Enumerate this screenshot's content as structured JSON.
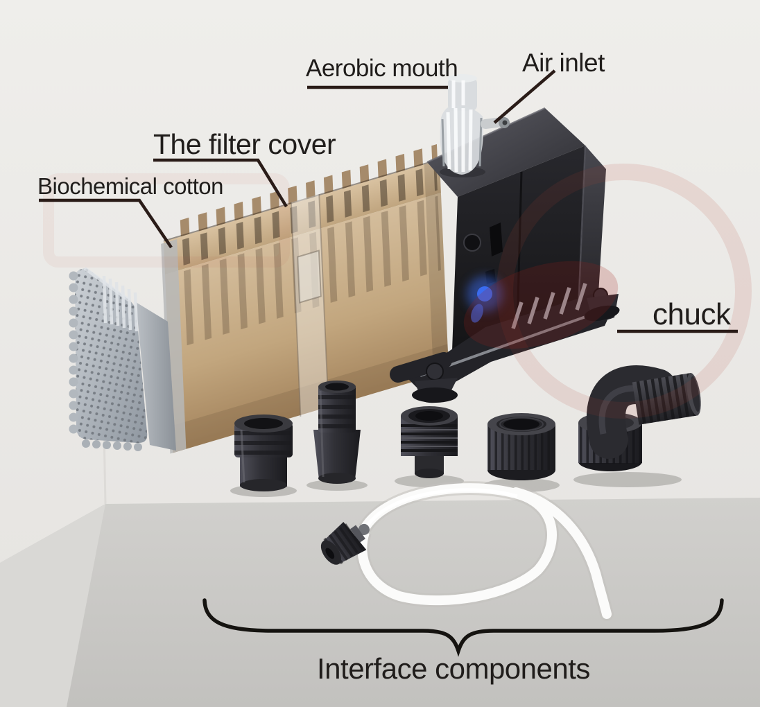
{
  "annotations": {
    "aerobic_mouth": "Aerobic mouth",
    "air_inlet": "Air inlet",
    "filter_cover": "The filter cover",
    "biochemical_cotton": "Biochemical cotton",
    "chuck": "chuck",
    "interface_components": "Interface components"
  },
  "colors": {
    "background_wall": "#ebe9e6",
    "background_floor": "#c9c8c5",
    "label_text": "#201d1b",
    "leader_line": "#2a1c18",
    "sponge_tan": "#c5a981",
    "filter_cap_gray": "#aeb4ba",
    "pump_black": "#232327",
    "led_blue": "#3a6cf0",
    "fitting_dark": "#333337",
    "tube_white": "#fbfbfa",
    "watermark_red": "#b63e34"
  }
}
